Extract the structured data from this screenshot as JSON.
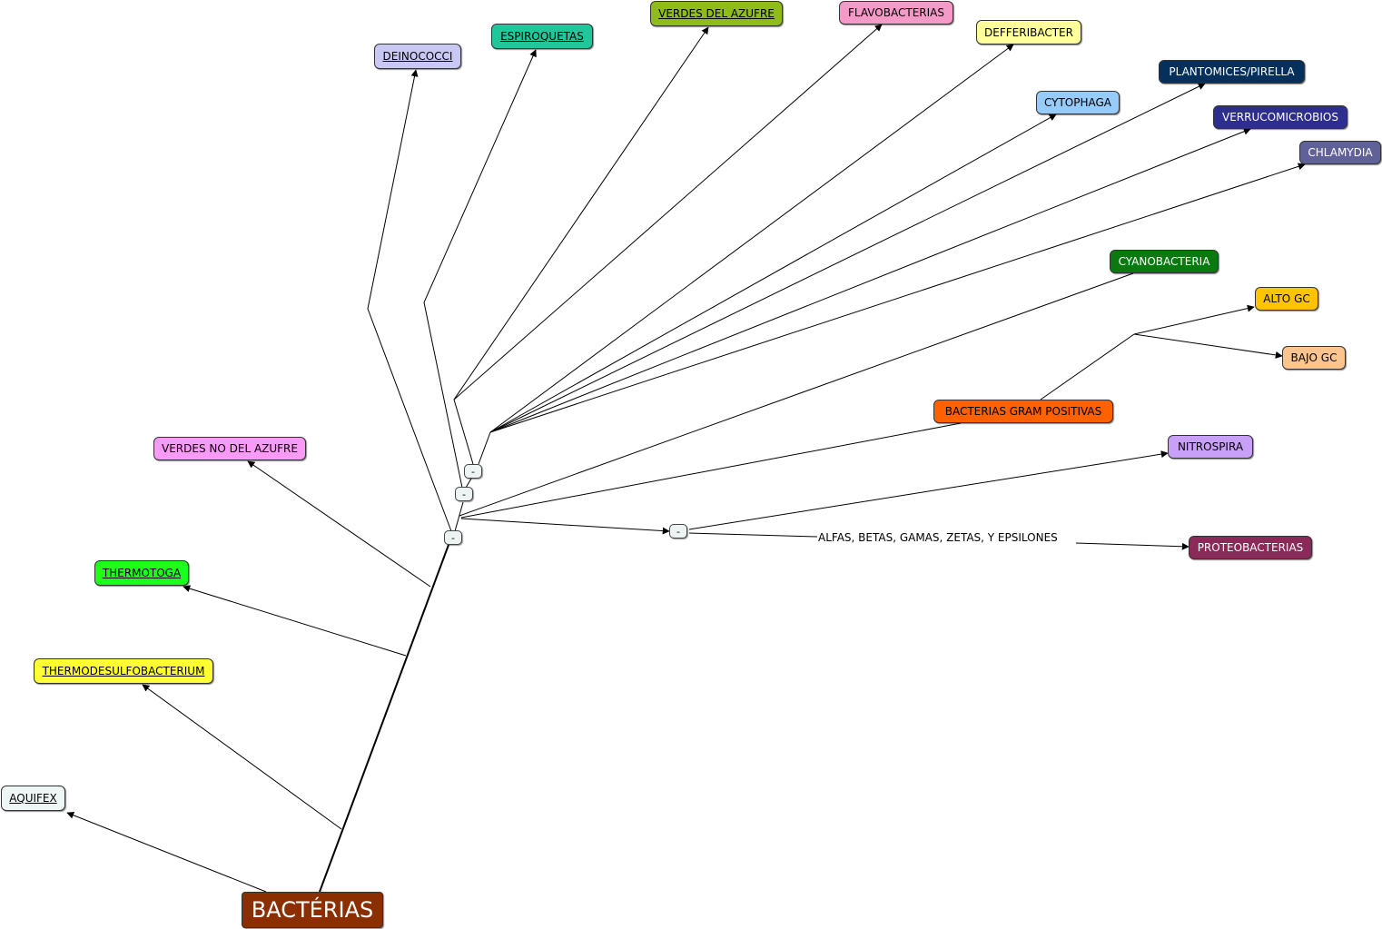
{
  "concept_map": {
    "root": {
      "label": "BACTÉRIAS",
      "bg": "#8b2e00",
      "fg": "#ffffff"
    },
    "nodes": {
      "deinococci": {
        "label": "DEINOCOCCI",
        "bg": "#c9c8f5",
        "fg": "#000000"
      },
      "espiroquetas": {
        "label": "ESPIROQUETAS",
        "bg": "#1fc79b",
        "fg": "#000000"
      },
      "verdes_azufre": {
        "label": "VERDES DEL AZUFRE",
        "bg": "#8fbc1a",
        "fg": "#000000"
      },
      "flavobacterias": {
        "label": "FLAVOBACTERIAS",
        "bg": "#f59ac8",
        "fg": "#000000"
      },
      "defferibacter": {
        "label": "DEFFERIBACTER",
        "bg": "#ffff9c",
        "fg": "#000000"
      },
      "plantomices": {
        "label": "PLANTOMICES/PIRELLA",
        "bg": "#05305c",
        "fg": "#ffffff"
      },
      "cytophaga": {
        "label": "CYTOPHAGA",
        "bg": "#96cbfa",
        "fg": "#000000"
      },
      "verrucomicrobios": {
        "label": "VERRUCOMICROBIOS",
        "bg": "#2e2e8e",
        "fg": "#ffffff"
      },
      "chlamydia": {
        "label": "CHLAMYDIA",
        "bg": "#616199",
        "fg": "#ffffff"
      },
      "cyanobacteria": {
        "label": "CYANOBACTERIA",
        "bg": "#0a7a10",
        "fg": "#ffffff"
      },
      "alto_gc": {
        "label": "ALTO GC",
        "bg": "#ffc400",
        "fg": "#000000"
      },
      "bajo_gc": {
        "label": "BAJO GC",
        "bg": "#fcc48e",
        "fg": "#000000"
      },
      "gram_positivas": {
        "label": "BACTERIAS GRAM POSITIVAS",
        "bg": "#ff6000",
        "fg": "#000000"
      },
      "nitrospira": {
        "label": "NITROSPIRA",
        "bg": "#c8a0f7",
        "fg": "#000000"
      },
      "proteobacterias": {
        "label": "PROTEOBACTERIAS",
        "bg": "#8b2a58",
        "fg": "#ffffff"
      },
      "verdes_no_azufre": {
        "label": "VERDES NO DEL AZUFRE",
        "bg": "#f99af7",
        "fg": "#000000"
      },
      "thermotoga": {
        "label": "THERMOTOGA",
        "bg": "#1cff1c",
        "fg": "#000000"
      },
      "thermodesulfobacterium": {
        "label": "THERMODESULFOBACTERIUM",
        "bg": "#ffff33",
        "fg": "#000000"
      },
      "aquifex": {
        "label": "AQUIFEX",
        "bg": "#eef6f6",
        "fg": "#000000"
      }
    },
    "link_labels": {
      "proteobacterias_groups": "ALFAS, BETAS, GAMAS, ZETAS, Y EPSILONES"
    },
    "joints": {
      "main": "-",
      "upper": "-",
      "top": "-",
      "proteo": "-"
    }
  }
}
